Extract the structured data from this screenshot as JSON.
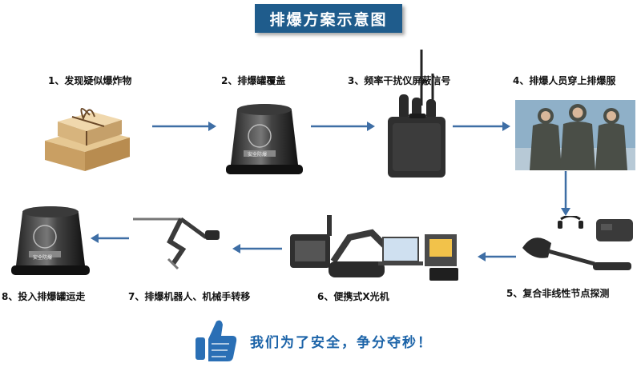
{
  "title": "排爆方案示意图",
  "steps": [
    {
      "label": "1、发现疑似爆炸物",
      "icon": "suspicious-package-icon"
    },
    {
      "label": "2、排爆罐覆盖",
      "icon": "blast-containment-tank-icon"
    },
    {
      "label": "3、频率干扰仪屏蔽信号",
      "icon": "signal-jammer-case-icon"
    },
    {
      "label": "4、排爆人员穿上排爆服",
      "icon": "bomb-suit-personnel-icon"
    },
    {
      "label": "5、复合非线性节点探测",
      "icon": "nonlinear-junction-detector-icon"
    },
    {
      "label": "6、便携式X光机",
      "icon": "portable-xray-kit-icon"
    },
    {
      "label": "7、排爆机器人、机械手转移",
      "icon": "robotic-manipulator-arm-icon"
    },
    {
      "label": "8、投入排爆罐运走",
      "icon": "blast-containment-tank-icon"
    }
  ],
  "tank_plate_text": "安全防爆",
  "slogan": "我们为了安全，争分夺秒！",
  "colors": {
    "title_bg": "#1f5c8c",
    "arrow": "#3e6ea5",
    "slogan": "#1b63a8",
    "thumb": "#2a6fb5"
  }
}
